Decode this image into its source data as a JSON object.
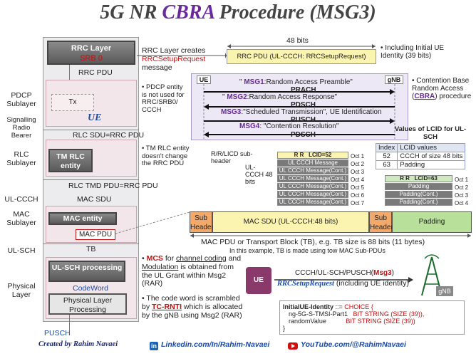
{
  "title": {
    "prefix": "5G NR ",
    "highlight": "CBRA",
    "suffix": " Procedure (MSG3)"
  },
  "stack": {
    "rrc_layer": "RRC Layer",
    "srb0": "SRB 0",
    "rrc_pdu": "RRC PDU",
    "tx": "Tx",
    "ue": "UE",
    "rlc_sdu": "RLC SDU=RRC PDU",
    "tm_rlc": "TM RLC entity",
    "rlc_tmd_pdu": "RLC TMD PDU=RRC PDU",
    "mac_sdu": "MAC SDU",
    "mac_entity": "MAC entity",
    "mac_pdu": "MAC PDU",
    "tb": "TB",
    "ulsch_proc": "UL-SCH processing",
    "codeword": "CodeWord",
    "phy_proc": "Physical Layer Processing",
    "pusch": "PUSCH"
  },
  "side_labels": {
    "pdcp": "PDCP Sublayer",
    "srb": "Signalling Radio Bearer",
    "rlc": "RLC Sublayer",
    "ul_ccch": "UL-CCCH",
    "mac": "MAC Sublayer",
    "ul_sch": "UL-SCH",
    "phy": "Physical Layer"
  },
  "notes": {
    "rrc_create_1": "RRC Layer creates",
    "rrc_create_2": "RRCSetupRequest",
    "rrc_create_3": "message",
    "pdcp_note": "PDCP entity is not used for RRC/SRB0/ CCCH",
    "rlc_note": "TM RLC entity doesn't change the RRC PDU",
    "mcs_1": "MCS",
    "mcs_2": " for ",
    "mcs_3": "channel coding",
    "mcs_4": " and ",
    "mcs_5": "Modulation",
    "mcs_6": " is obtained from the UL Grant within Msg2 (RAR)",
    "tcrnti_1": "The code word is scrambled by ",
    "tcrnti_2": "TC-RNTI",
    "tcrnti_3": " which is allocated by the gNB using Msg2 (RAR)"
  },
  "rrc_pdu_top": {
    "bits": "48 bits",
    "label": "RRC PDU (UL-CCCH: RRCSetupRequest)",
    "identity": "Including Initial UE Identity (39 bits)"
  },
  "messages": {
    "ue": "UE",
    "gnb": "gNB",
    "msg1": "MSG1",
    "msg1_text": ":Random Access Preamble\"",
    "prach": "PRACH",
    "msg2": "MSG2",
    "msg2_text": ":Random Access Response\"",
    "pdsch1": "PDSCH",
    "msg3": "MSG3",
    "msg3_text": ":\"Scheduled Transmission\", UE Identification",
    "pusch": "PUSCH",
    "msg4": "MSG4",
    "msg4_text": ": \"Contention Resolution\"",
    "pdsch2": "PDSCH",
    "cbra_note_1": "Contention Base Random Access (",
    "cbra_note_2": "CBRA",
    "cbra_note_3": ") procedure"
  },
  "lcid_table": {
    "title": "Values of LCID for UL-SCH",
    "headers": [
      "Index",
      "LCID values"
    ],
    "rows": [
      [
        "52",
        "CCCH of size 48 bits"
      ],
      [
        "63",
        "Padding"
      ]
    ]
  },
  "subheader1": {
    "rr_lcid": "R/R/LICD sub-header",
    "rr": "R R",
    "lcid": "LCID=52",
    "bits": "UL-CCCH 48 bits",
    "rows": [
      "UL CCCH Message",
      "UL CCCH Message(Cont.)",
      "UL CCCH Message(Cont.)",
      "UL CCCH Message(Cont.)",
      "UL CCCH Message(Cont.)",
      "UL CCCH Message(Cont.)"
    ],
    "octs": [
      "Oct 1",
      "Oct 2",
      "Oct 3",
      "Oct 4",
      "Oct 5",
      "Oct 6",
      "Oct 7"
    ]
  },
  "subheader2": {
    "rr": "R R",
    "lcid": "LCID=63",
    "rows": [
      "Padding",
      "Padding(Cont.)",
      "Padding(Cont.)"
    ],
    "octs": [
      "Oct 1",
      "Oct 2",
      "Oct 3",
      "Oct 4"
    ]
  },
  "mac_pdu_bar": {
    "sub1": "Sub Header",
    "sdu": "MAC SDU (UL-CCCH:48 bits)",
    "sub2": "Sub Header",
    "padding": "Padding",
    "caption": "MAC PDU or Transport Block (TB), e.g. TB size is 88 bits (11 bytes)",
    "caption2": "In this example, TB is made using tow MAC Sub-PDUs"
  },
  "bottom": {
    "chain_1": "CCCH/UL-SCH/PUSCH(",
    "chain_2": "Msg3",
    "chain_3": ")",
    "rrc_setup": "RRCSetupRequest",
    "including": "(including UE identity)",
    "ue": "UE",
    "gnb": "gNB",
    "ie_title": "InitialUE-Identity",
    "ie_assign": " ::= ",
    "ie_choice": "CHOICE {",
    "ie_line1_a": "ng-5G-S-TMSI-Part1",
    "ie_line1_b": "BIT STRING (SIZE (39)),",
    "ie_line2_a": "randomValue",
    "ie_line2_b": "BIT STRING (SIZE (39))",
    "ie_end": "}"
  },
  "footer": {
    "created": "Created by Rahim Navaei",
    "linkedin": "Linkedin.com/In/Rahim-Navaei",
    "youtube": "YouTube.com/@RahimNavaei"
  },
  "colors": {
    "accent": "#6a2a9a",
    "red": "#c01010",
    "green": "#3a8a2a",
    "blue": "#1a4aa0"
  }
}
